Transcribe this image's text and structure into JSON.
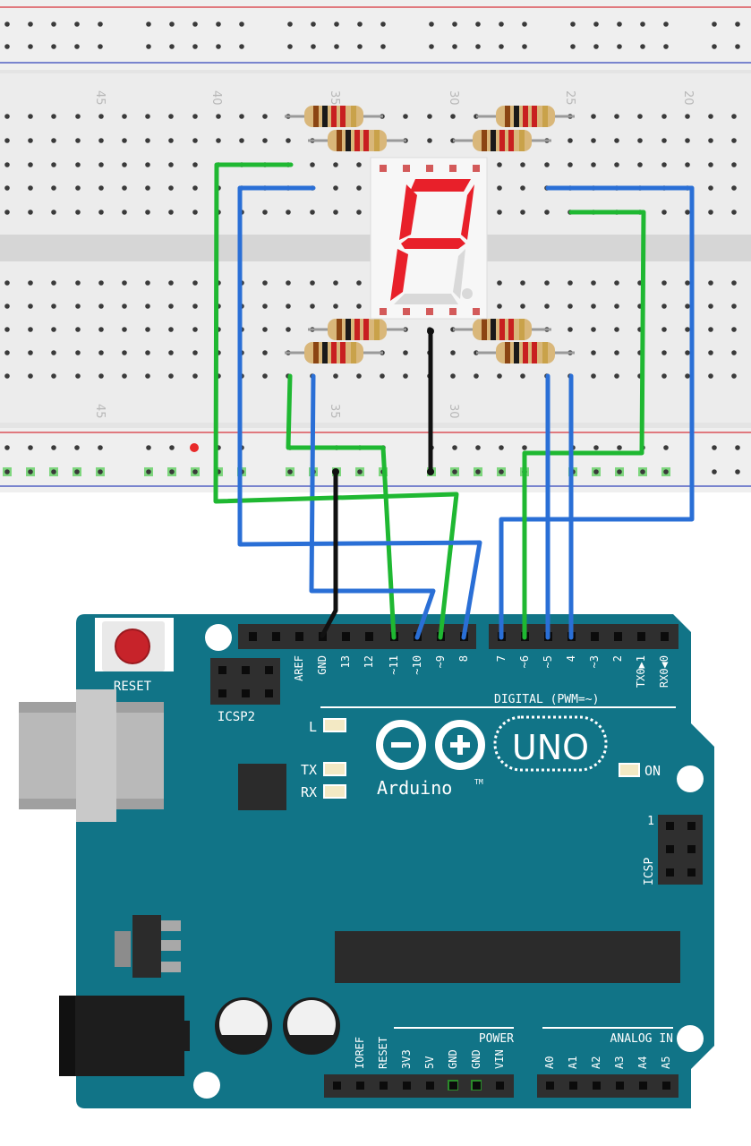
{
  "breadboard": {
    "top_numbers": [
      "45",
      "40",
      "35",
      "30",
      "25",
      "20"
    ],
    "bottom_numbers": [
      "45",
      "35",
      "30"
    ]
  },
  "display": {
    "lit_segments": [
      "a",
      "b",
      "e",
      "f",
      "g"
    ],
    "unlit_segments": [
      "c",
      "d",
      "dp"
    ],
    "lit_color": "#e8202a",
    "unlit_color": "#d9d9d9"
  },
  "arduino": {
    "reset_label": "RESET",
    "icsp2_label": "ICSP2",
    "icsp_label": "ICSP",
    "icsp_pin1": "1",
    "digital_header": [
      "AREF",
      "GND",
      "13",
      "12",
      "~11",
      "~10",
      "~9",
      "8",
      "7",
      "~6",
      "~5",
      "4",
      "~3",
      "2",
      "TX0▶1",
      "RX0◀0"
    ],
    "digital_label": "DIGITAL (PWM=~)",
    "led_l": "L",
    "led_tx": "TX",
    "led_rx": "RX",
    "led_on": "ON",
    "brand": "Arduino",
    "tm": "TM",
    "model": "UNO",
    "power_label": "POWER",
    "power_pins": [
      "IOREF",
      "RESET",
      "3V3",
      "5V",
      "GND",
      "GND",
      "VIN"
    ],
    "analog_label": "ANALOG IN",
    "analog_pins": [
      "A0",
      "A1",
      "A2",
      "A3",
      "A4",
      "A5"
    ],
    "board_color": "#117487"
  },
  "wires": [
    {
      "color": "green",
      "from": "breadboard",
      "to": "~11"
    },
    {
      "color": "blue",
      "from": "breadboard",
      "to": "~10"
    },
    {
      "color": "green",
      "from": "breadboard",
      "to": "~9"
    },
    {
      "color": "blue",
      "from": "breadboard",
      "to": "8"
    },
    {
      "color": "blue",
      "from": "breadboard",
      "to": "7"
    },
    {
      "color": "green",
      "from": "breadboard",
      "to": "~6"
    },
    {
      "color": "blue",
      "from": "breadboard",
      "to": "~5"
    },
    {
      "color": "blue",
      "from": "breadboard",
      "to": "4"
    },
    {
      "color": "black",
      "from": "display common",
      "to": "GND"
    }
  ],
  "colors": {
    "wire_green": "#1fb832",
    "wire_blue": "#2a6fd6",
    "wire_black": "#111111",
    "breadboard": "#e7e7e7",
    "rail_red": "#d8333a",
    "rail_blue": "#3344bb"
  }
}
